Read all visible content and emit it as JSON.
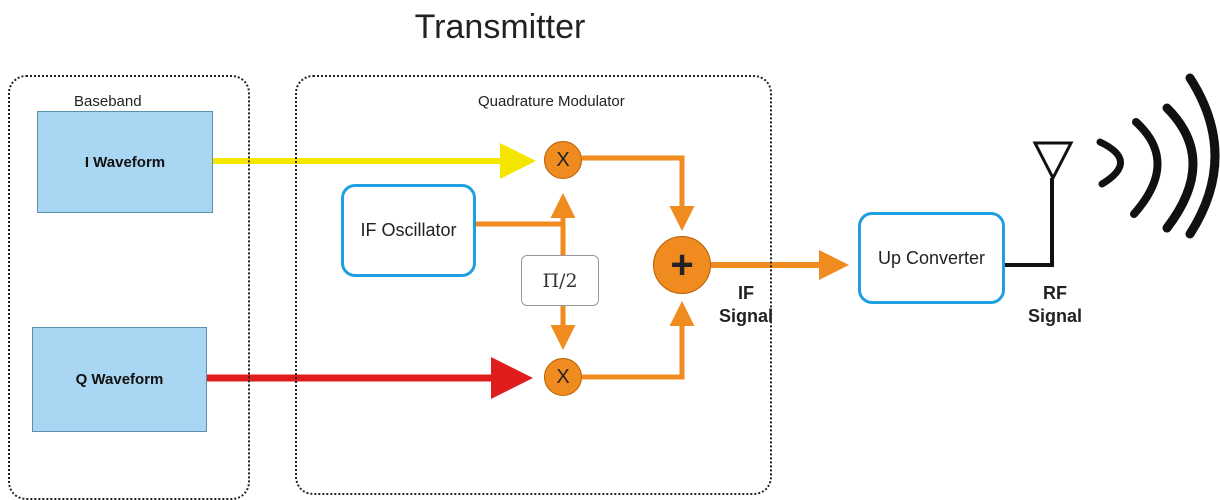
{
  "title": "Transmitter",
  "groups": {
    "baseband": "Baseband",
    "modulator": "Quadrature Modulator"
  },
  "blocks": {
    "i_waveform": "I Waveform",
    "q_waveform": "Q Waveform",
    "if_oscillator": "IF Oscillator",
    "phase_shift": "Π/2",
    "up_converter": "Up Converter"
  },
  "nodes": {
    "mixer_symbol": "X",
    "summer_symbol": "+"
  },
  "signals": {
    "if_line1": "IF",
    "if_line2": "Signal",
    "rf_line1": "RF",
    "rf_line2": "Signal"
  },
  "colors": {
    "i_signal": "#f5e600",
    "q_signal": "#e01c1c",
    "carrier": "#f08b1f",
    "box_border": "#1ea0e0",
    "waveform_fill": "#a9d6f2"
  }
}
